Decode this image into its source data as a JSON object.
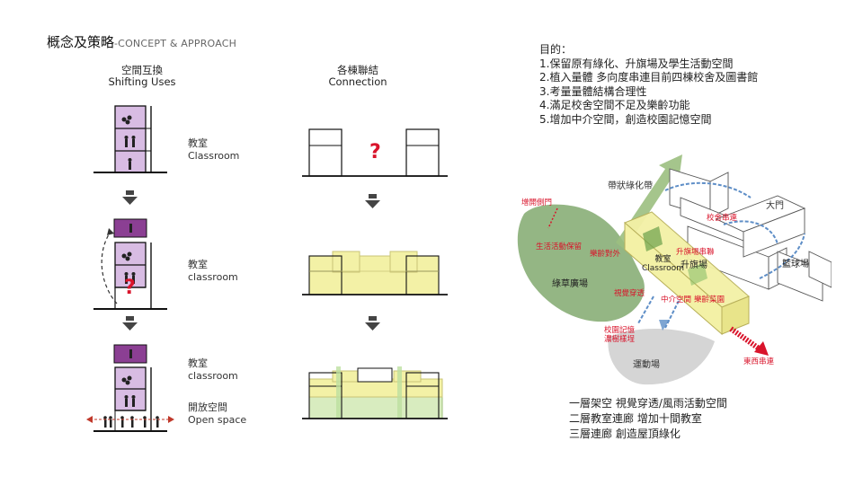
{
  "header": {
    "title_zh": "概念及策略",
    "title_en": "-CONCEPT & APPROACH"
  },
  "columns": {
    "shifting": {
      "zh": "空間互換",
      "en": "Shifting Uses"
    },
    "connection": {
      "zh": "各棟聯結",
      "en": "Connection"
    }
  },
  "labels": {
    "row1": {
      "zh": "教室",
      "en": "Classroom"
    },
    "row2": {
      "zh": "教室",
      "en": "classroom"
    },
    "row3": {
      "zh": "教室",
      "en": "classroom"
    },
    "open": {
      "zh": "開放空間",
      "en": "Open space"
    },
    "question": "?"
  },
  "goals": {
    "heading": "目的：",
    "items": [
      "1.保留原有綠化、升旗場及學生活動空間",
      "2.植入量體  多向度串連目前四棟校舍及圖書館",
      "3.考量量體結構合理性",
      "4.滿足校舍空間不足及樂齡功能",
      "5.增加中介空間，創造校園記憶空間"
    ]
  },
  "site_plan": {
    "green_belt": "帶狀綠化帶",
    "main_gate": "大門",
    "side_gate": "增開側門",
    "student_space": "生活活動保留",
    "senior_out": "樂齡對外",
    "garden_plaza": "綠草廣場",
    "classroom_zh": "教室",
    "classroom_en": "Classroom",
    "flag_field": "升旗場",
    "flag_link": "升旗場串聯",
    "campus_link": "校舍串連",
    "basketball": "籃球場",
    "visual": "視覺穿透",
    "mid_space": "中介空間",
    "senior_garden": "樂齡菜園",
    "memory_1": "校園記憶",
    "memory_2": "濃樹樣埕",
    "playground": "運動場",
    "east_west": "東西串連"
  },
  "levels": [
    "一層架空  視覺穿透/風雨活動空間",
    "二層教室連廊  增加十間教室",
    "三層連廊  創造屋頂綠化"
  ],
  "colors": {
    "purple": "#d8bce3",
    "purple_dark": "#8b3f93",
    "yellow": "#f3f1a6",
    "green": "#d8ecbf",
    "green_area": "#8bb07a",
    "red": "#d9142b",
    "blue_arrow": "#5e8ec7"
  }
}
